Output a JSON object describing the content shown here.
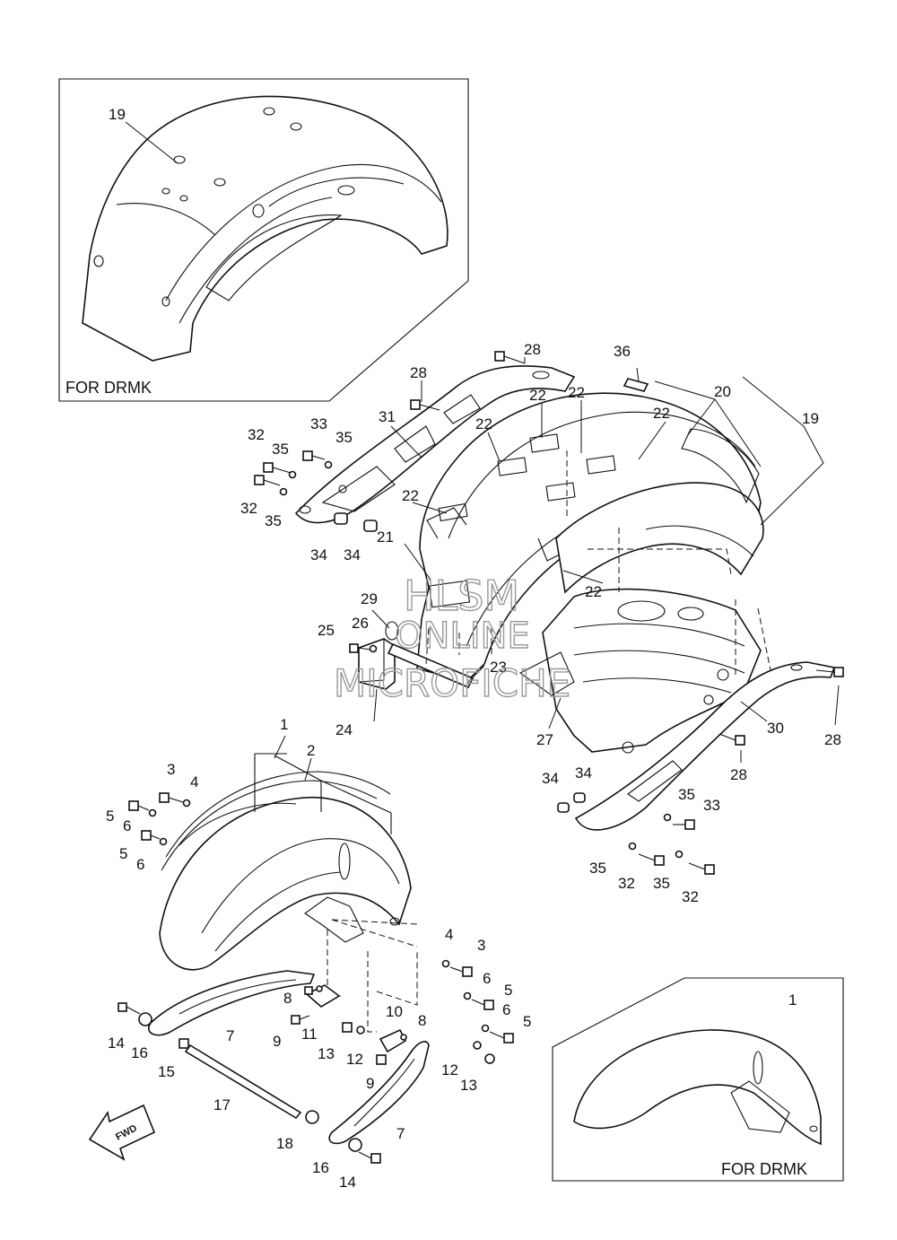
{
  "inset_captions": {
    "top_left": "FOR DRMK",
    "bottom_right": "FOR DRMK"
  },
  "watermark": {
    "line1": "HLSM",
    "line2": "ONLINE",
    "line3": "MICROFICHE"
  },
  "fwd_arrow": "FWD",
  "callouts": [
    {
      "id": "19",
      "n": "19"
    },
    {
      "id": "28a",
      "n": "28"
    },
    {
      "id": "36",
      "n": "36"
    },
    {
      "id": "28b",
      "n": "28"
    },
    {
      "id": "22a",
      "n": "22"
    },
    {
      "id": "22b",
      "n": "22"
    },
    {
      "id": "20",
      "n": "20"
    },
    {
      "id": "22c",
      "n": "22"
    },
    {
      "id": "19b",
      "n": "19"
    },
    {
      "id": "31",
      "n": "31"
    },
    {
      "id": "33a",
      "n": "33"
    },
    {
      "id": "32a",
      "n": "32"
    },
    {
      "id": "35a",
      "n": "35"
    },
    {
      "id": "35b",
      "n": "35"
    },
    {
      "id": "22d",
      "n": "22"
    },
    {
      "id": "32b",
      "n": "32"
    },
    {
      "id": "35c",
      "n": "35"
    },
    {
      "id": "22e",
      "n": "22"
    },
    {
      "id": "34a",
      "n": "34"
    },
    {
      "id": "34b",
      "n": "34"
    },
    {
      "id": "21",
      "n": "21"
    },
    {
      "id": "22f",
      "n": "22"
    },
    {
      "id": "29",
      "n": "29"
    },
    {
      "id": "25",
      "n": "25"
    },
    {
      "id": "26",
      "n": "26"
    },
    {
      "id": "23",
      "n": "23"
    },
    {
      "id": "24",
      "n": "24"
    },
    {
      "id": "27",
      "n": "27"
    },
    {
      "id": "30",
      "n": "30"
    },
    {
      "id": "28c",
      "n": "28"
    },
    {
      "id": "28d",
      "n": "28"
    },
    {
      "id": "1a",
      "n": "1"
    },
    {
      "id": "2",
      "n": "2"
    },
    {
      "id": "34c",
      "n": "34"
    },
    {
      "id": "34d",
      "n": "34"
    },
    {
      "id": "3a",
      "n": "3"
    },
    {
      "id": "4a",
      "n": "4"
    },
    {
      "id": "35d",
      "n": "35"
    },
    {
      "id": "33b",
      "n": "33"
    },
    {
      "id": "5a",
      "n": "5"
    },
    {
      "id": "6a",
      "n": "6"
    },
    {
      "id": "5b",
      "n": "5"
    },
    {
      "id": "6b",
      "n": "6"
    },
    {
      "id": "35e",
      "n": "35"
    },
    {
      "id": "32c",
      "n": "32"
    },
    {
      "id": "35f",
      "n": "35"
    },
    {
      "id": "32d",
      "n": "32"
    },
    {
      "id": "4b",
      "n": "4"
    },
    {
      "id": "3b",
      "n": "3"
    },
    {
      "id": "6c",
      "n": "6"
    },
    {
      "id": "5c",
      "n": "5"
    },
    {
      "id": "8a",
      "n": "8"
    },
    {
      "id": "6d",
      "n": "6"
    },
    {
      "id": "5d",
      "n": "5"
    },
    {
      "id": "10",
      "n": "10"
    },
    {
      "id": "8b",
      "n": "8"
    },
    {
      "id": "14a",
      "n": "14"
    },
    {
      "id": "16a",
      "n": "16"
    },
    {
      "id": "7a",
      "n": "7"
    },
    {
      "id": "9a",
      "n": "9"
    },
    {
      "id": "11",
      "n": "11"
    },
    {
      "id": "13a",
      "n": "13"
    },
    {
      "id": "12a",
      "n": "12"
    },
    {
      "id": "15",
      "n": "15"
    },
    {
      "id": "9b",
      "n": "9"
    },
    {
      "id": "12b",
      "n": "12"
    },
    {
      "id": "13b",
      "n": "13"
    },
    {
      "id": "17",
      "n": "17"
    },
    {
      "id": "7b",
      "n": "7"
    },
    {
      "id": "1b",
      "n": "1"
    },
    {
      "id": "18",
      "n": "18"
    },
    {
      "id": "16b",
      "n": "16"
    },
    {
      "id": "14b",
      "n": "14"
    }
  ]
}
